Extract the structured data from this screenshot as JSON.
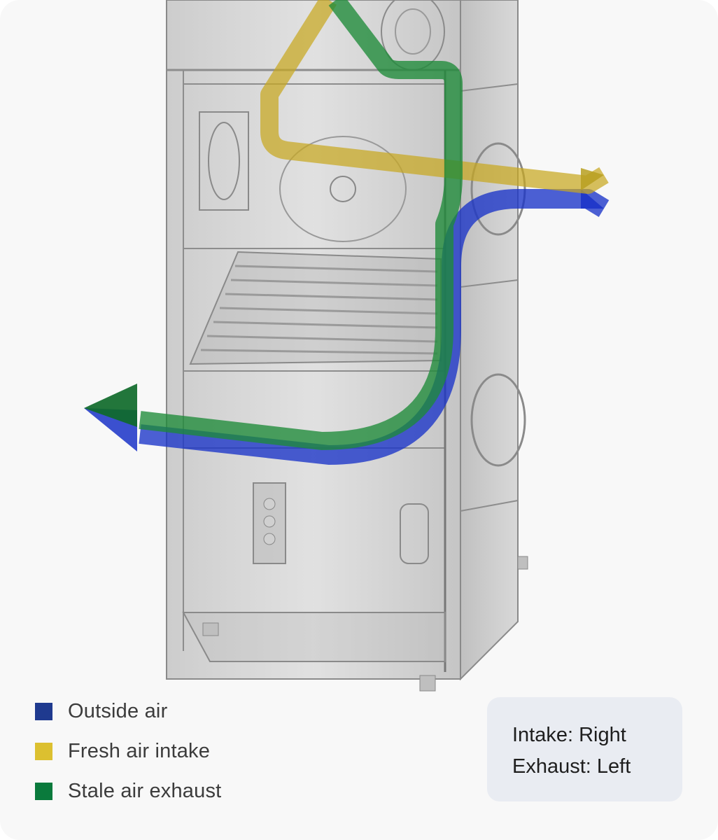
{
  "legend": {
    "items": [
      {
        "label": "Outside air",
        "color": "#1f3a8f"
      },
      {
        "label": "Fresh air intake",
        "color": "#dcc030"
      },
      {
        "label": "Stale air exhaust",
        "color": "#0a7a3c"
      }
    ]
  },
  "info": {
    "intake": "Intake: Right",
    "exhaust": "Exhaust: Left"
  },
  "colors": {
    "outside_air": "#1a33c8",
    "fresh_air": "#c8a820",
    "stale_air": "#1e8a38",
    "background": "#f8f8f8",
    "info_box": "#e9ecf2"
  }
}
